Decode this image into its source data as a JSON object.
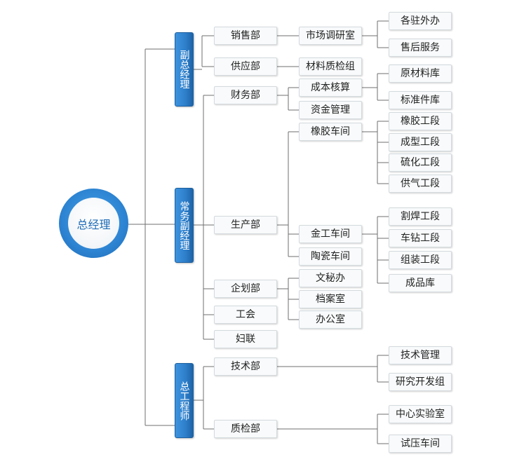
{
  "root": "总经理",
  "deputies": {
    "vp": "副总经理",
    "evp": "常务副经理",
    "chief_engineer": "总工程师"
  },
  "departments": {
    "sales": "销售部",
    "supply": "供应部",
    "finance": "财务部",
    "production": "生产部",
    "planning": "企划部",
    "union": "工会",
    "women": "妇联",
    "tech": "技术部",
    "qc": "质检部"
  },
  "sections": {
    "market_research": "市场调研室",
    "material_qc": "材料质检组",
    "cost_accounting": "成本核算",
    "fund_mgmt": "资金管理",
    "rubber_workshop": "橡胶车间",
    "metal_workshop": "金工车间",
    "ceramic_workshop": "陶瓷车间",
    "secretary": "文秘办",
    "archive": "档案室",
    "office": "办公室"
  },
  "units": {
    "offices": "各驻外办",
    "after_sales": "售后服务",
    "raw_material_store": "原材料库",
    "standard_parts_store": "标准件库",
    "rubber_section": "橡胶工段",
    "molding_section": "成型工段",
    "vulcanizing_section": "硫化工段",
    "gas_section": "供气工段",
    "welding_section": "割焊工段",
    "drilling_section": "车钻工段",
    "assembly_section": "组装工段",
    "finished_store": "成品库",
    "tech_mgmt": "技术管理",
    "rnd_group": "研究开发组",
    "central_lab": "中心实验室",
    "pressure_workshop": "试压车间"
  }
}
